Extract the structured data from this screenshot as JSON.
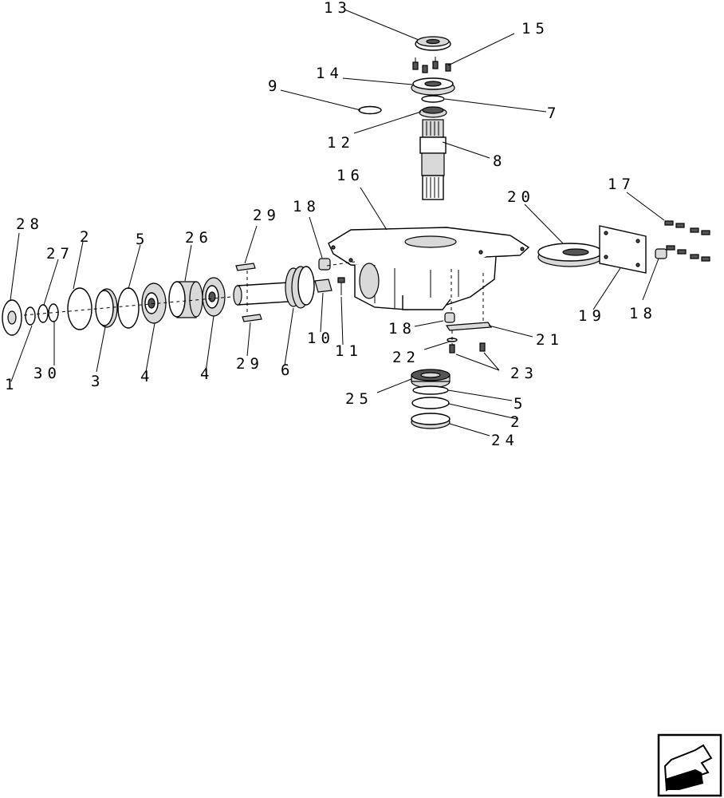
{
  "callouts": {
    "c13": "13",
    "c15": "15",
    "c14": "14",
    "c9": "9",
    "c7": "7",
    "c12": "12",
    "c8": "8",
    "c16": "16",
    "c20": "20",
    "c17": "17",
    "c28": "28",
    "c27": "27",
    "c2a": "2",
    "c5a": "5",
    "c26": "26",
    "c29a": "29",
    "c18a": "18",
    "c1": "1",
    "c30": "30",
    "c3": "3",
    "c4a": "4",
    "c4b": "4",
    "c29b": "29",
    "c6": "6",
    "c10": "10",
    "c11": "11",
    "c18b": "18",
    "c21": "21",
    "c22": "22",
    "c23": "23",
    "c25": "25",
    "c5b": "5",
    "c2b": "2",
    "c24": "24",
    "c19": "19",
    "c18c": "18"
  },
  "icons": {
    "nav": "page-return-arrow-icon"
  }
}
